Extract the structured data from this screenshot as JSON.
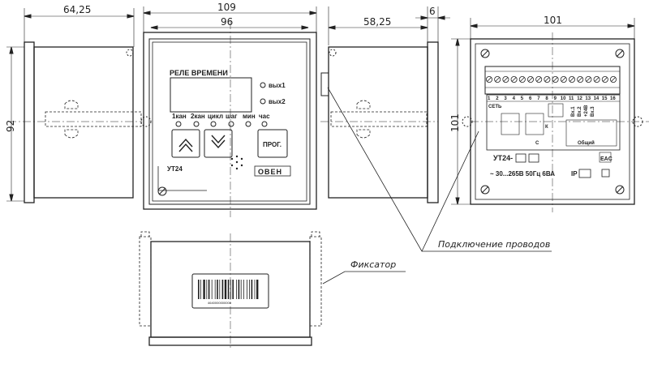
{
  "dimensions": {
    "left_width": "64,25",
    "front_outer_width": "109",
    "front_inner_width": "96",
    "side_width": "58,25",
    "side_tab": "6",
    "back_width": "101",
    "height_left": "92",
    "height_back": "101"
  },
  "front_panel": {
    "title": "РЕЛЕ ВРЕМЕНИ",
    "out1": "вых1",
    "out2": "вых2",
    "modes": [
      "1кан",
      "2кан",
      "цикл",
      "шаг",
      "мин",
      "час"
    ],
    "prog_button": "ПРОГ.",
    "model": "УТ24",
    "logo": "ОВЕН"
  },
  "back_panel": {
    "terminals": [
      "1",
      "2",
      "3",
      "4",
      "5",
      "6",
      "7",
      "8",
      "9",
      "10",
      "11",
      "12",
      "13",
      "14",
      "15",
      "16"
    ],
    "network_label": "СЕТЬ",
    "outputs": [
      "Вх.1",
      "Вх.2",
      "+24В",
      "Вх.3"
    ],
    "common_label": "Общий",
    "k_labels": [
      "К",
      "С"
    ],
    "model_prefix": "УТ24-",
    "power_spec": "~ 30...265В  50Гц  6ВА",
    "ip_label": "IP",
    "eac": "EAC"
  },
  "annotations": {
    "wires": "Подключение проводов",
    "latch": "Фиксатор"
  },
  "barcode_text": "4640000000000"
}
